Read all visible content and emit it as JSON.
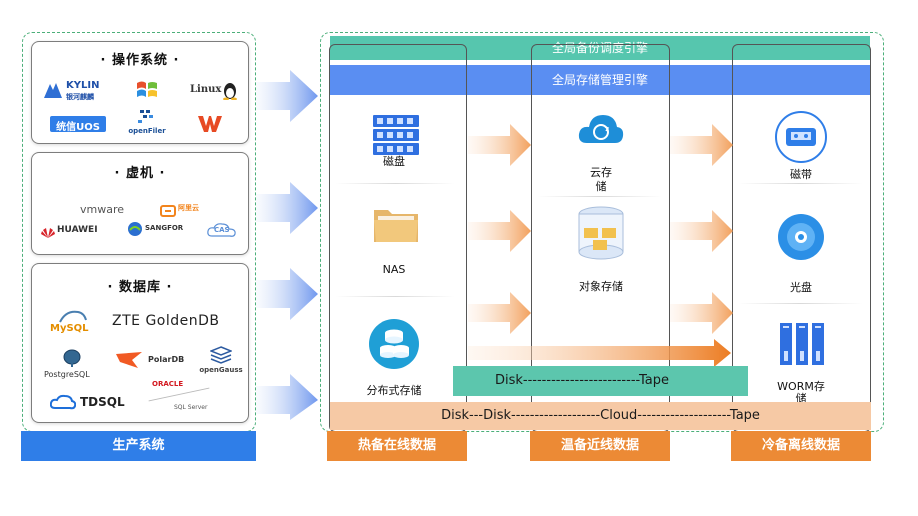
{
  "production": {
    "os_title": "操作系统",
    "os_logos": [
      "KYLIN",
      "银河麒麟",
      "Linux",
      "统信UOS",
      "openFiler"
    ],
    "vm_title": "虚机",
    "vm_logos": [
      "vmware",
      "阿里云",
      "HUAWEI",
      "SANGFOR",
      "CAS"
    ],
    "db_title": "数据库",
    "db_logos": [
      "MySQL",
      "ZTE GoldenDB",
      "PostgreSQL",
      "PolarDB",
      "openGauss",
      "TDSQL",
      "ORACLE",
      "SQL Server"
    ],
    "footer": "生产系统"
  },
  "engines": {
    "schedule": "全局备份调度引擎",
    "storage": "全局存储管理引擎"
  },
  "hot": {
    "items": [
      "磁盘",
      "NAS",
      "分布式存储"
    ],
    "footer": "热备在线数据"
  },
  "warm": {
    "items": [
      "云存\n储",
      "对象存储"
    ],
    "footer": "温备近线数据"
  },
  "cold": {
    "items": [
      "磁带",
      "光盘",
      "WORM存\n储"
    ],
    "footer": "冷备离线数据"
  },
  "flows": {
    "disk_tape": "Disk-------------------------Tape",
    "disk_disk_cloud_tape": "Disk---Disk-------------------Cloud--------------------Tape"
  },
  "colors": {
    "accent_blue": "#2f7ee8",
    "accent_orange": "#ec8a35",
    "teal": "#56c6ae",
    "dashed_green": "#4caf7a"
  }
}
